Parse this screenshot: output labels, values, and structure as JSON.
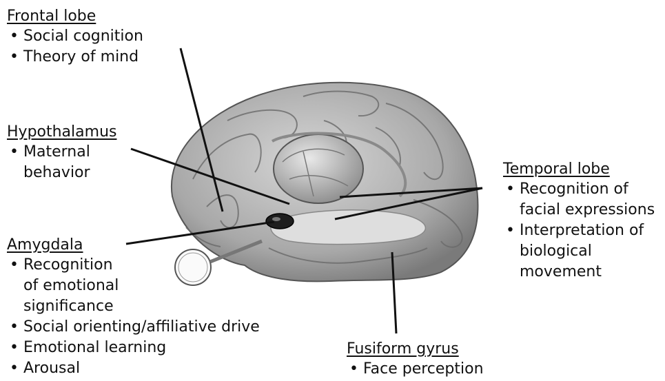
{
  "frontal_lobe": {
    "heading": "Frontal lobe",
    "items": [
      "Social cognition",
      "Theory of mind"
    ]
  },
  "hypothalamus": {
    "heading": "Hypothalamus",
    "items": [
      "Maternal\nbehavior"
    ]
  },
  "amygdala": {
    "heading": "Amygdala",
    "items": [
      "Recognition\nof emotional\nsignificance",
      "Social orienting/affiliative drive",
      "Emotional learning",
      "Arousal"
    ]
  },
  "temporal_lobe": {
    "heading": "Temporal lobe",
    "items": [
      "Recognition of\nfacial expressions",
      "Interpretation of\nbiological\nmovement"
    ]
  },
  "fusiform_gyrus": {
    "heading": "Fusiform gyrus",
    "items": [
      "Face perception"
    ]
  }
}
